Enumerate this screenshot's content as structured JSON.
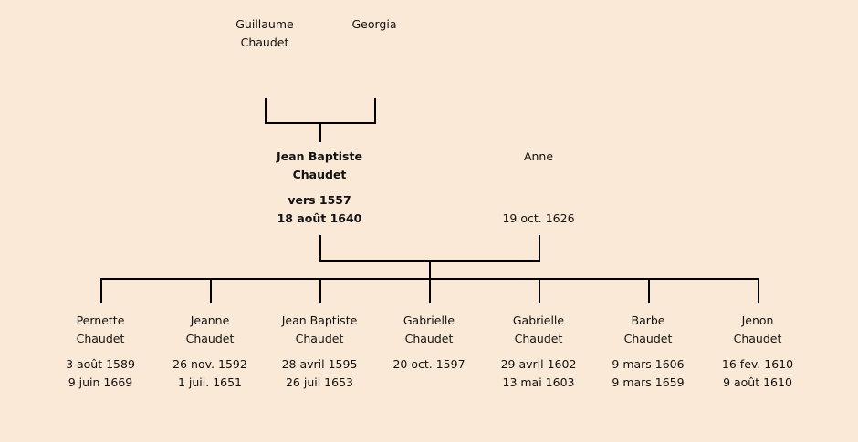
{
  "grandparents": [
    {
      "first": "Guillaume",
      "last": "Chaudet"
    },
    {
      "first": "Georgia",
      "last": ""
    }
  ],
  "parents": [
    {
      "first": "Jean Baptiste",
      "last": "Chaudet",
      "birth": "vers 1557",
      "death": "18 août 1640"
    },
    {
      "first": "Anne",
      "last": "",
      "birth": "",
      "death": "19 oct. 1626"
    }
  ],
  "children": [
    {
      "first": "Pernette",
      "last": "Chaudet",
      "birth": "3 août 1589",
      "death": "9 juin 1669"
    },
    {
      "first": "Jeanne",
      "last": "Chaudet",
      "birth": "26 nov. 1592",
      "death": "1 juil. 1651"
    },
    {
      "first": "Jean Baptiste",
      "last": "Chaudet",
      "birth": "28 avril 1595",
      "death": "26 juil 1653"
    },
    {
      "first": "Gabrielle",
      "last": "Chaudet",
      "birth": "20 oct. 1597",
      "death": ""
    },
    {
      "first": "Gabrielle",
      "last": "Chaudet",
      "birth": "29 avril 1602",
      "death": "13 mai 1603"
    },
    {
      "first": "Barbe",
      "last": "Chaudet",
      "birth": "9 mars 1606",
      "death": "9 mars 1659"
    },
    {
      "first": "Jenon",
      "last": "Chaudet",
      "birth": "16 fev. 1610",
      "death": "9 août 1610"
    }
  ]
}
